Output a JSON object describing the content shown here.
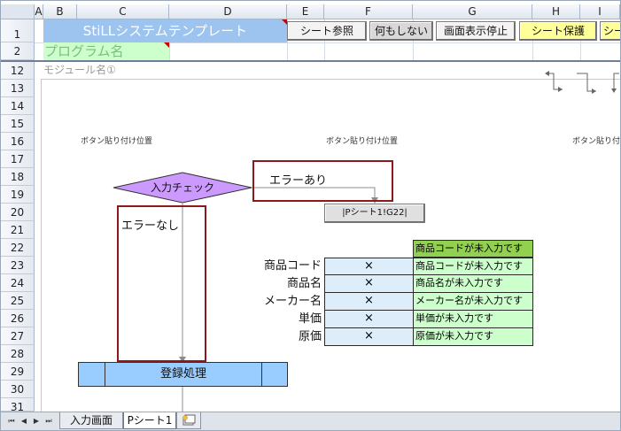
{
  "columns": [
    "A",
    "B",
    "C",
    "D",
    "E",
    "F",
    "G",
    "H",
    "I"
  ],
  "rows_top": [
    "1",
    "2"
  ],
  "rows_body": [
    "12",
    "13",
    "14",
    "15",
    "16",
    "17",
    "18",
    "19",
    "20",
    "21",
    "22",
    "23",
    "24",
    "25",
    "26",
    "27",
    "28",
    "29",
    "30",
    "31"
  ],
  "header": {
    "app_title": "StiLLシステムテンプレート",
    "program_name": "プログラム名",
    "buttons": {
      "sheet_ref": "シート参照",
      "do_nothing": "何もしない",
      "stop_screen": "画面表示停止",
      "sheet_protect": "シート保護",
      "sheet_more": "シート"
    }
  },
  "module_name": "モジュール名①",
  "button_position_label": "ボタン貼り付け位置",
  "flow": {
    "input_check": "入力チェック",
    "error_yes": "エラーあり",
    "error_no": "エラーなし",
    "register": "登録処理",
    "goto_button": "|Pシート1!G22|"
  },
  "table": {
    "message_header": "商品コードが未入力です",
    "rows": [
      {
        "label": "商品コード",
        "mark": "×",
        "message": "商品コードが未入力です"
      },
      {
        "label": "商品名",
        "mark": "×",
        "message": "商品名が未入力です"
      },
      {
        "label": "メーカー名",
        "mark": "×",
        "message": "メーカー名が未入力です"
      },
      {
        "label": "単価",
        "mark": "×",
        "message": "単価が未入力です"
      },
      {
        "label": "原価",
        "mark": "×",
        "message": "原価が未入力です"
      }
    ]
  },
  "tabs": [
    {
      "label": "入力画面"
    },
    {
      "label": "Pシート1"
    }
  ],
  "colors": {
    "title_fill": "#9dc3ef",
    "program_fill": "#ccffcc",
    "yellow_button": "#ffff99",
    "diamond": "#cc99ff",
    "register_fill": "#99ccff",
    "table_light": "#ddeefa",
    "table_green": "#ccffcc",
    "table_header": "#92d050",
    "red_border": "#8b1a1a"
  }
}
